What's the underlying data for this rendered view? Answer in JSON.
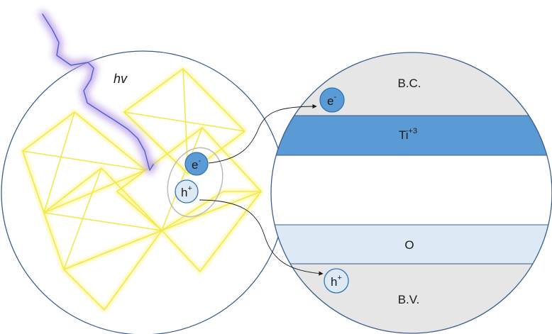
{
  "photon": {
    "label": "hv"
  },
  "particle": {
    "electron": {
      "base": "e",
      "sup": "-"
    },
    "hole": {
      "base": "h",
      "sup": "+"
    }
  },
  "band_diagram": {
    "conduction_band": {
      "label": "B.C."
    },
    "ti3_level": {
      "base": "Ti",
      "sup": "+3"
    },
    "o_level": {
      "label": "O"
    },
    "valence_band": {
      "label": "B.V."
    },
    "electron": {
      "base": "e",
      "sup": "-"
    },
    "hole": {
      "base": "h",
      "sup": "+"
    }
  },
  "colors": {
    "circle_outline": "#3a5f8f",
    "crystal_edge": "#f2e94a",
    "crystal_glow": "#fff7a0",
    "lightning": "#4f5fd0",
    "lightning_glow": "#b89ce6",
    "band_gray": "#e6e6e6",
    "ti3_band": "#5b9bd5",
    "o_band": "#dde9f5",
    "electron_fill": "#5b9bd5",
    "hole_fill": "#dde9f5"
  }
}
